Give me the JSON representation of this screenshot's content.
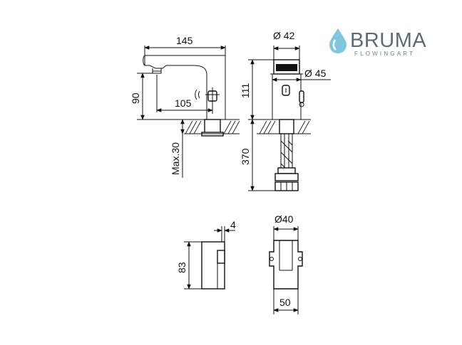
{
  "logo": {
    "name": "BRUMA",
    "tagline": "FLOWINGART",
    "brand_color": "#5d6d78",
    "drop_color": "#7fc7dd"
  },
  "dimensions": {
    "spout_length": "145",
    "height": "90",
    "sensor_reach": "105",
    "max_thickness": "Max.30",
    "base_diameter": "Ø 42",
    "body_diameter": "Ø 45",
    "body_height": "111",
    "hose_length": "370",
    "plate_thickness": "4",
    "plate_height": "83",
    "nut_diameter": "Ø40",
    "nut_width": "50"
  },
  "line_color": "#111111"
}
